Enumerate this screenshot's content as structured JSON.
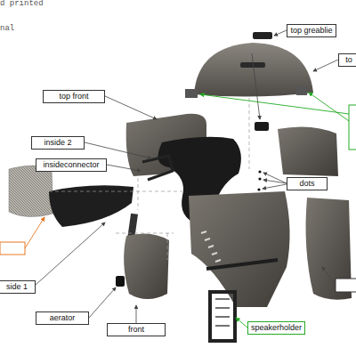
{
  "diagram": {
    "nodes": [
      {
        "text": [
          "top greablie"
        ]
      },
      {
        "text": [
          "to"
        ]
      },
      {
        "text": [
          "top front"
        ]
      },
      {
        "text": [
          "inside 2"
        ]
      },
      {
        "text": [
          "insideconnector"
        ]
      },
      {
        "text": [
          "dots"
        ]
      },
      {
        "text": [
          "side 1"
        ]
      },
      {
        "text": [
          "aerator"
        ]
      },
      {
        "text": [
          "front"
        ]
      },
      {
        "text": [
          "speakerholder"
        ]
      }
    ],
    "labels": [
      "d printed",
      "nal"
    ]
  }
}
